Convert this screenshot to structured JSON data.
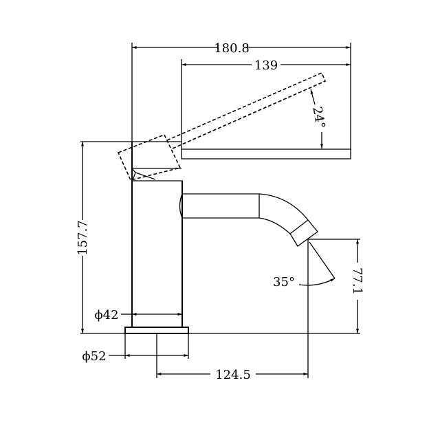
{
  "drawing": {
    "dimensions": {
      "overall_length": "180.8",
      "lever_length": "139",
      "lever_angle": "24°",
      "height": "157.7",
      "spout_height": "77.1",
      "spout_reach": "124.5",
      "outlet_angle": "35°",
      "body_diameter": "ϕ42",
      "base_diameter": "ϕ52"
    },
    "colors": {
      "line": "#000000",
      "background": "#ffffff"
    }
  }
}
